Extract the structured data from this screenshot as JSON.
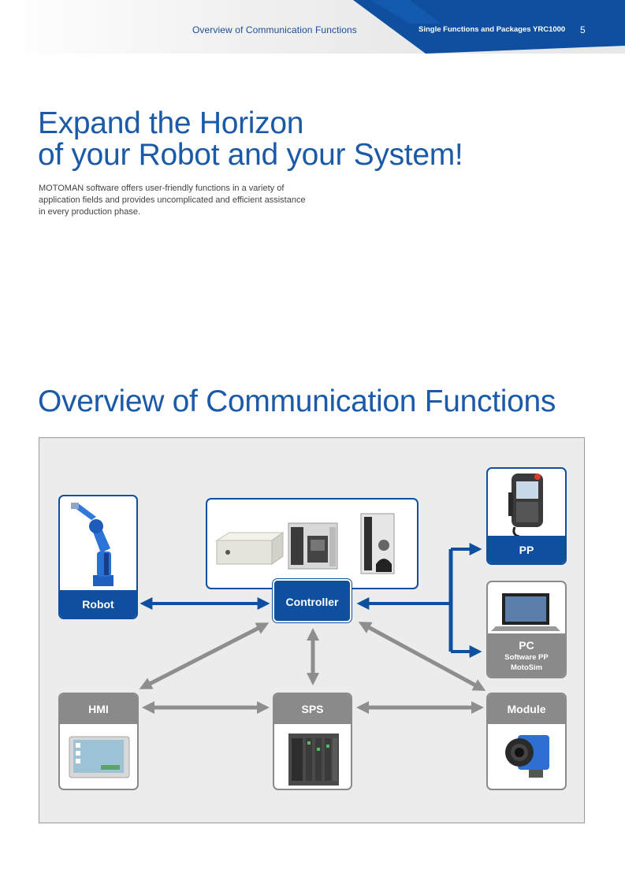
{
  "header": {
    "section_title": "Overview of Communication Functions",
    "product_title": "Single Functions and Packages YRC1000",
    "page_number": "5",
    "accent_color": "#0e4fa0"
  },
  "hero": {
    "title_line1": "Expand the Horizon",
    "title_line2": "of your Robot and your System!",
    "intro_line1": "MOTOMAN software offers user-friendly functions in a variety of",
    "intro_line2": "application fields and provides uncomplicated and efficient assistance",
    "intro_line3": "in every production phase."
  },
  "overview": {
    "title": "Overview of Communication Functions",
    "nodes": {
      "robot": "Robot",
      "controller": "Controller",
      "pp": "PP",
      "pc": "PC",
      "pc_sub1": "Software PP",
      "pc_sub2": "MotoSim",
      "hmi": "HMI",
      "sps": "SPS",
      "module": "Module"
    },
    "colors": {
      "blue": "#0e4fa0",
      "grey": "#8a8a8a"
    }
  }
}
